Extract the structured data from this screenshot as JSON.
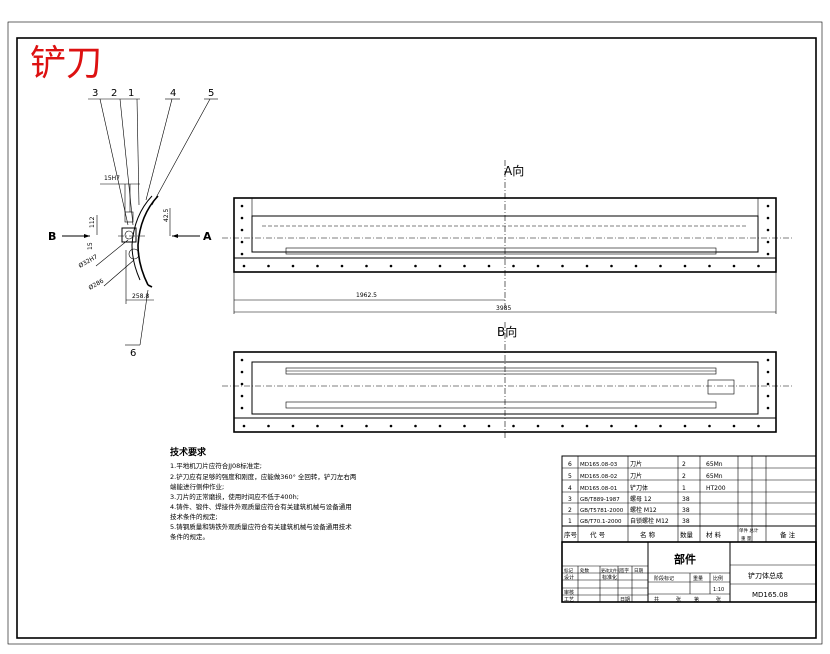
{
  "title": "铲刀",
  "side_view": {
    "callouts": [
      "3",
      "2",
      "1",
      "4",
      "5",
      "6"
    ],
    "dims": [
      "15H7",
      "112",
      "42.5",
      "15",
      "Ø32H7",
      "Ø286",
      "258.8"
    ],
    "b_label": "B",
    "a_label": "A"
  },
  "view_a": {
    "label": "A向",
    "dim_half": "1962.5",
    "dim_total": "3985"
  },
  "view_b": {
    "label": "B向"
  },
  "tech": {
    "heading": "技术要求",
    "lines": [
      "1.平地机刀片应符合JJ08标准定;",
      "2.铲刀应有足够的强度和刚度，应能做360° 全回转，铲刀左右两",
      "端能进行侧伸作业;",
      "3.刀片的正常磨损，使用时间应不低于400h;",
      "4.铸件、锻件、焊接件外观质量应符合有关建筑机械与设备通用",
      "技术条件的规定;",
      "5.铸钢质量和铸铁外观质量应符合有关建筑机械与设备通用技术",
      "条件的规定。"
    ]
  },
  "bom": {
    "rows": [
      {
        "no": "6",
        "code": "MD165.08-03",
        "name": "刀片",
        "qty": "2",
        "mat": "65Mn"
      },
      {
        "no": "5",
        "code": "MD165.08-02",
        "name": "刀片",
        "qty": "2",
        "mat": "65Mn"
      },
      {
        "no": "4",
        "code": "MD165.08-01",
        "name": "铲刀体",
        "qty": "1",
        "mat": "HT200"
      },
      {
        "no": "3",
        "code": "GB/T889-1987",
        "name": "螺母  12",
        "qty": "38",
        "mat": ""
      },
      {
        "no": "2",
        "code": "GB/T5781-2000",
        "name": "螺栓  M12",
        "qty": "38",
        "mat": ""
      },
      {
        "no": "1",
        "code": "GB/T70.1-2000",
        "name": "自锁螺栓  M12",
        "qty": "38",
        "mat": ""
      }
    ],
    "header": {
      "no": "序号",
      "code": "代   号",
      "name": "名   称",
      "qty": "数量",
      "mat": "材   料",
      "wt1": "单件 总计",
      "wt2": "重 量",
      "remark": "备   注"
    }
  },
  "title_block": {
    "category": "部件",
    "part_name": "铲刀体总成",
    "drawing_no": "MD165.08",
    "scale": "1:10",
    "rows": [
      "标记",
      "处数",
      "更改文件号",
      "签字",
      "日期"
    ],
    "design": "设计",
    "standard": "标准化",
    "check": "审核",
    "process": "工艺",
    "approve": "日期",
    "stage": "阶段标记",
    "weight": "重量",
    "ratio": "比例",
    "sheets": "共",
    "sheet": "张",
    "page": "第"
  }
}
